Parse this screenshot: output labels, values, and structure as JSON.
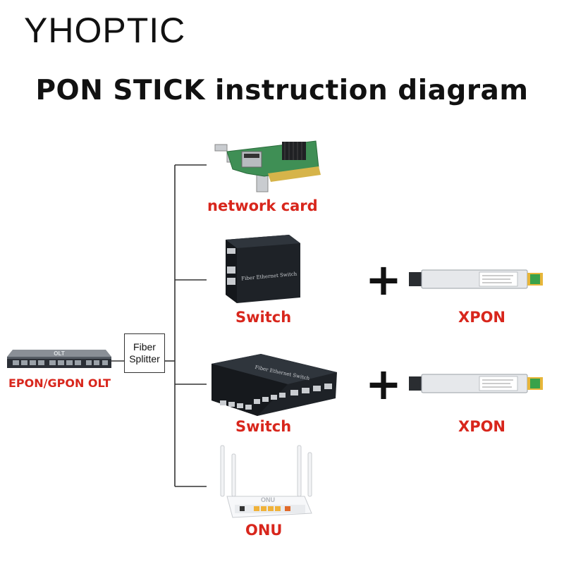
{
  "brand": "YHOPTIC",
  "title": "PON STICK instruction diagram",
  "nodes": {
    "olt": {
      "label": "EPON/GPON OLT",
      "device_text": "OLT"
    },
    "splitter": {
      "line1": "Fiber",
      "line2": "Splitter"
    },
    "network_card": {
      "label": "network card"
    },
    "switch_small": {
      "label": "Switch",
      "device_text": "Fiber Ethernet Switch"
    },
    "switch_large": {
      "label": "Switch",
      "device_text": "Fiber Ethernet Switch"
    },
    "onu": {
      "label": "ONU",
      "device_text": "ONU"
    },
    "xpon_1": {
      "label": "XPON"
    },
    "xpon_2": {
      "label": "XPON"
    }
  },
  "plus_symbol": "+"
}
